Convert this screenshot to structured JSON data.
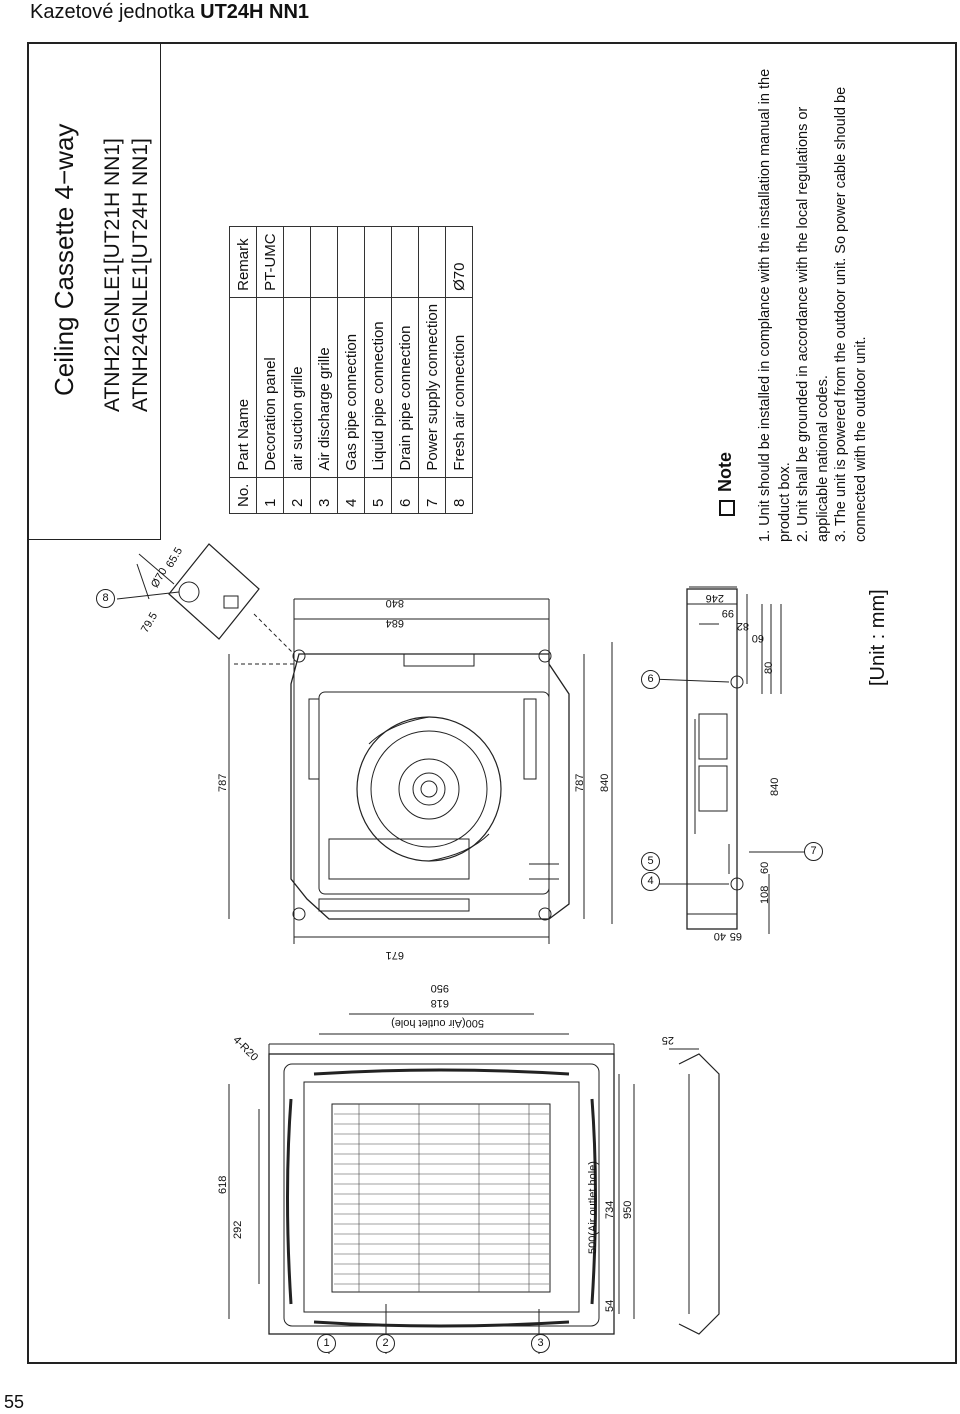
{
  "header": {
    "prefix": "Kazetové jednotka ",
    "model": "UT24H NN1"
  },
  "page_number": "55",
  "title": {
    "main": "Ceiling Cassette 4−way",
    "model_1": "ATNH21GNLE1[UT21H NN1]",
    "model_2": "ATNH24GNLE1[UT24H NN1]"
  },
  "parts_table": {
    "headers": [
      "No.",
      "Part Name",
      "Remark"
    ],
    "rows": [
      [
        "1",
        "Decoration panel",
        "PT-UMC"
      ],
      [
        "2",
        "air suction grille",
        ""
      ],
      [
        "3",
        "Air discharge grille",
        ""
      ],
      [
        "4",
        "Gas pipe connection",
        ""
      ],
      [
        "5",
        "Liquid pipe connection",
        ""
      ],
      [
        "6",
        "Drain pipe connection",
        ""
      ],
      [
        "7",
        "Power supply connection",
        ""
      ],
      [
        "8",
        "Fresh air connection",
        "Ø70"
      ]
    ]
  },
  "note": {
    "title": "Note",
    "lines": [
      "1. Unit should be installed in complance with the installation manual in the",
      "    product box.",
      "2. Unit shall be grounded in accordance with the local regulations or",
      "    applicable national codes.",
      "3. The unit is powered from the outdoor unit. So power cable should be",
      "    connected with the outdoor unit."
    ]
  },
  "unit_label": "[Unit : mm]",
  "dimensions": {
    "top_view": [
      "787",
      "787",
      "840",
      "840",
      "684",
      "671"
    ],
    "fresh_air": [
      "Ø70",
      "65.5",
      "79.5"
    ],
    "side_view": [
      "246",
      "99",
      "82",
      "60",
      "80",
      "840",
      "108",
      "60",
      "65",
      "40"
    ],
    "panel_view": [
      "950",
      "618",
      "500(Air outlet hole)",
      "4-R20",
      "618",
      "292",
      "500(Air outlet hole)",
      "734",
      "950",
      "54",
      "25"
    ]
  },
  "callouts": [
    "1",
    "2",
    "3",
    "4",
    "5",
    "6",
    "7",
    "8"
  ]
}
